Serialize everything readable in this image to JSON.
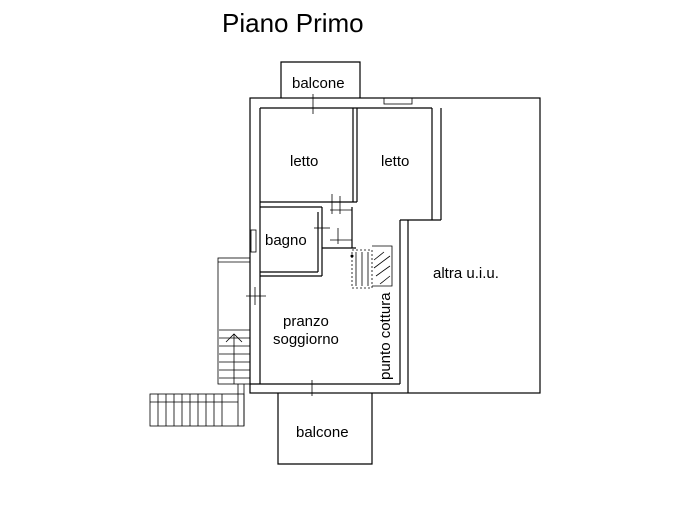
{
  "title": "Piano Primo",
  "rooms": {
    "balcone_top": "balcone",
    "letto_left": "letto",
    "letto_right": "letto",
    "bagno": "bagno",
    "altra": "altra u.i.u.",
    "pranzo": "pranzo",
    "soggiorno": "soggiorno",
    "punto_cottura": "punto cottura",
    "balcone_bottom": "balcone"
  }
}
